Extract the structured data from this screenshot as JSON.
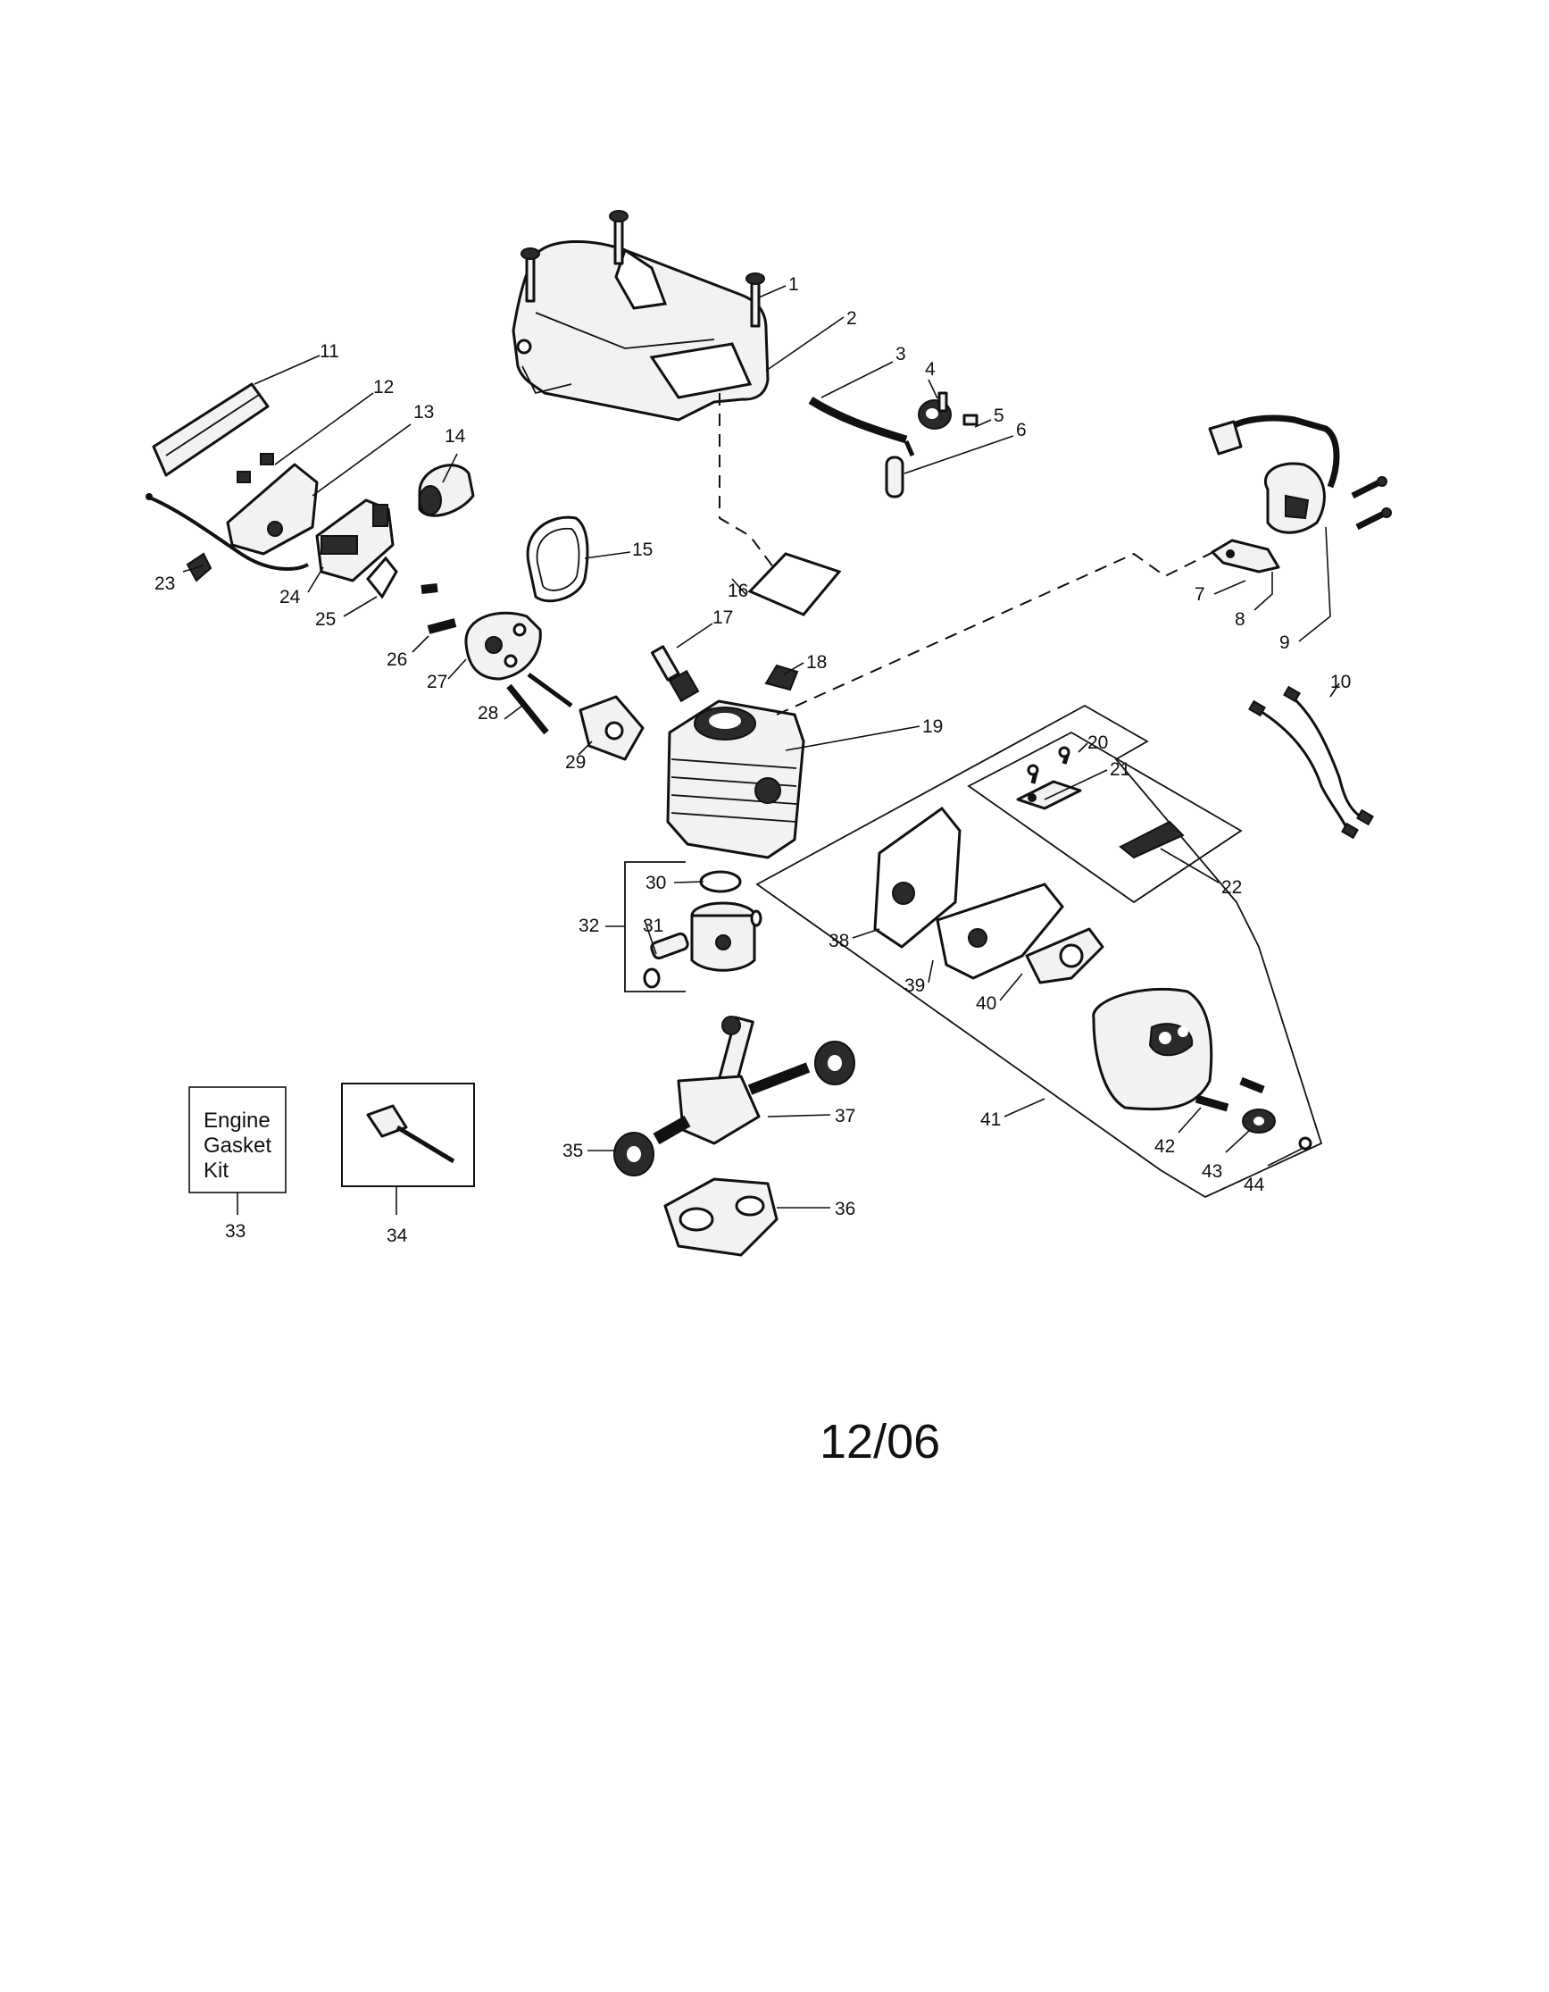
{
  "callouts": [
    "1",
    "2",
    "3",
    "4",
    "5",
    "6",
    "7",
    "8",
    "9",
    "10",
    "11",
    "12",
    "13",
    "14",
    "15",
    "16",
    "17",
    "18",
    "19",
    "20",
    "21",
    "22",
    "23",
    "24",
    "25",
    "26",
    "27",
    "28",
    "29",
    "30",
    "31",
    "32",
    "33",
    "34",
    "35",
    "36",
    "37",
    "38",
    "39",
    "40",
    "41",
    "42",
    "43",
    "44"
  ],
  "gasket_kit": {
    "line1": "Engine",
    "line2": "Gasket",
    "line3": "Kit"
  },
  "date_code": "12/06"
}
